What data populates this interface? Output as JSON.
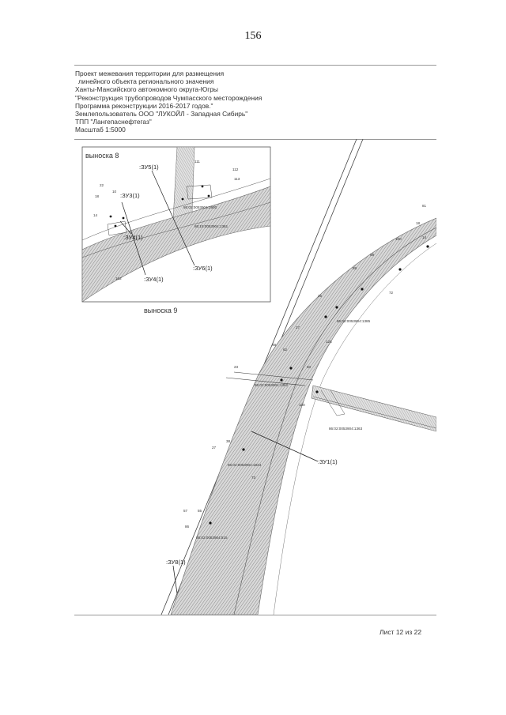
{
  "page_number": "156",
  "header_lines": [
    "Проект межевания территории для размещения",
    "линейного объекта регионального значения",
    "Ханты-Мансийского автономного округа-Югры",
    "\"Реконструкция трубопроводов Чумпасского месторождения",
    "Программа реконструкции 2016-2017 годов.\"",
    "Землепользователь ООО \"ЛУКОЙЛ - Западная Сибирь\"",
    "ТПП \"Лангепаснефтегаз\"",
    "Масштаб 1:5000"
  ],
  "inset8_title": "выноска 8",
  "inset9_title": "выноска 9",
  "callouts": {
    "zu5": ":ЗУ5(1)",
    "zu3": ":ЗУ3(1)",
    "zu4": ":ЗУ4(1)",
    "zu6": ":ЗУ6(1)",
    "zu1": ":ЗУ1(1)",
    "zu8": ":ЗУ8(1)",
    "zu4b": ":ЗУ4(1)"
  },
  "cadastral_labels": {
    "c1": "86:02:0053904:1900",
    "c2": "86:15:0053904:1381",
    "c3": "86:02:0053904:1362",
    "c4": "86:02:0053904:1363",
    "c5": "86:02:0053904:1843",
    "c6": "86:02:0053904:515",
    "c7": "86:02:0053904:1385"
  },
  "point_labels": {
    "p1": "111",
    "p2": "112",
    "p3": "113",
    "p4": "10",
    "p5": "18",
    "p6": "14",
    "p7": "14",
    "p8": "81",
    "p9": "18",
    "p10": "100",
    "p11": "88",
    "p12": "59",
    "p13": "25",
    "p14": "27",
    "p15": "49",
    "p16": "62",
    "p17": "23",
    "p18": "27",
    "p19": "60",
    "p20": "38",
    "p21": "57",
    "p22": "55",
    "p23": "86",
    "p24": "72",
    "p25": "22",
    "p26": "182",
    "p27": "120",
    "p28": "73",
    "p29": "125"
  },
  "sheet_label": "Лист 12 из 22"
}
